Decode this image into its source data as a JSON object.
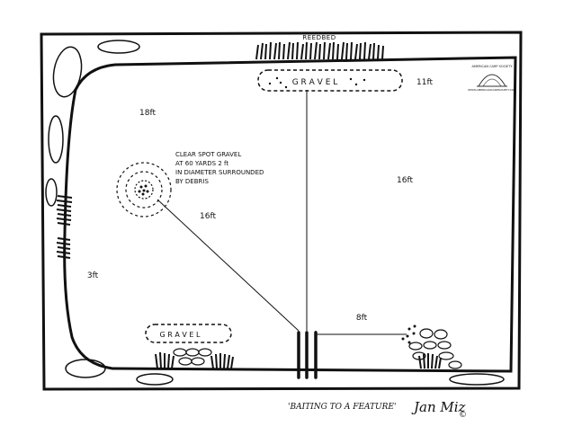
{
  "labels": {
    "reeds": "REEDBED",
    "gravel_top": "G R A V E L",
    "gravel_bottom": "G R A V E L",
    "depth_18": "18ft",
    "depth_11": "11ft",
    "depth_16_right": "16ft",
    "depth_16_center": "16ft",
    "depth_3": "3ft",
    "depth_8": "8ft",
    "clear_spot_line1": "CLEAR SPOT GRAVEL",
    "clear_spot_line2": "AT 60 YARDS 2 ft",
    "clear_spot_line3": "IN DIAMETER SURROUNDED",
    "clear_spot_line4": "BY DEBRIS",
    "caption": "'BAITING TO A FEATURE'",
    "signature": "Jan Miz",
    "copyright": "©",
    "logo_line1": "AMERICAN CARP SOCIETY",
    "logo_line2": "WWW.AMERICANCARPSOCIETY.COM"
  },
  "colors": {
    "ink": "#111111",
    "paper": "#ffffff"
  }
}
